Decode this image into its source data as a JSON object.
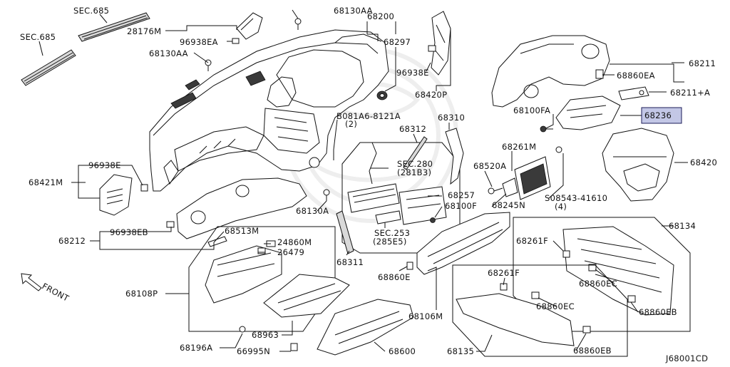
{
  "diagram_code": "J68001CD",
  "front_label": "FRONT",
  "highlight_color": "#c3c7e6",
  "callouts": [
    {
      "id": "sec685_top",
      "text": "SEC.685"
    },
    {
      "id": "sec685_left",
      "text": "SEC.685"
    },
    {
      "id": "p68130AA_top",
      "text": "68130AA"
    },
    {
      "id": "p68200",
      "text": "68200"
    },
    {
      "id": "p28176M",
      "text": "28176M"
    },
    {
      "id": "p96938EA",
      "text": "96938EA"
    },
    {
      "id": "p68297",
      "text": "68297"
    },
    {
      "id": "p68130AA_left",
      "text": "68130AA"
    },
    {
      "id": "p96938E_top",
      "text": "96938E"
    },
    {
      "id": "p68420P",
      "text": "68420P"
    },
    {
      "id": "p68211",
      "text": "68211"
    },
    {
      "id": "p68860EA",
      "text": "68860EA"
    },
    {
      "id": "p68211A",
      "text": "68211+A"
    },
    {
      "id": "p68100FA",
      "text": "68100FA"
    },
    {
      "id": "p68236",
      "text": "68236"
    },
    {
      "id": "p081A6",
      "text": "B081A6-8121A"
    },
    {
      "id": "p081A6_qty",
      "text": "(2)"
    },
    {
      "id": "p68310",
      "text": "68310"
    },
    {
      "id": "p68312",
      "text": "68312"
    },
    {
      "id": "p68420",
      "text": "68420"
    },
    {
      "id": "p96938E_left",
      "text": "96938E"
    },
    {
      "id": "p68421M",
      "text": "68421M"
    },
    {
      "id": "sec280",
      "text": "SEC.280"
    },
    {
      "id": "sec280_sub",
      "text": "(281B3)"
    },
    {
      "id": "p68261M",
      "text": "68261M"
    },
    {
      "id": "p68520A",
      "text": "68520A"
    },
    {
      "id": "p08543",
      "text": "S08543-41610"
    },
    {
      "id": "p08543_qty",
      "text": "(4)"
    },
    {
      "id": "p68257",
      "text": "68257"
    },
    {
      "id": "p68100F",
      "text": "68100F"
    },
    {
      "id": "p68245N",
      "text": "68245N"
    },
    {
      "id": "p68130A",
      "text": "68130A"
    },
    {
      "id": "p68212",
      "text": "68212"
    },
    {
      "id": "p96938EB",
      "text": "96938EB"
    },
    {
      "id": "p68513M",
      "text": "68513M"
    },
    {
      "id": "p24860M",
      "text": "24860M"
    },
    {
      "id": "p26479",
      "text": "26479"
    },
    {
      "id": "sec253",
      "text": "SEC.253"
    },
    {
      "id": "sec253_sub",
      "text": "(285E5)"
    },
    {
      "id": "p68134",
      "text": "68134"
    },
    {
      "id": "p68261F_right",
      "text": "68261F"
    },
    {
      "id": "p68311",
      "text": "68311"
    },
    {
      "id": "p68860E",
      "text": "68860E"
    },
    {
      "id": "p68860EC_right",
      "text": "68860EC"
    },
    {
      "id": "p68108P",
      "text": "68108P"
    },
    {
      "id": "p68261F_mid",
      "text": "68261F"
    },
    {
      "id": "p68860EB_right",
      "text": "68860EB"
    },
    {
      "id": "p68860EC_mid",
      "text": "68860EC"
    },
    {
      "id": "p68106M",
      "text": "68106M"
    },
    {
      "id": "p68963",
      "text": "68963"
    },
    {
      "id": "p68196A",
      "text": "68196A"
    },
    {
      "id": "p66995N",
      "text": "66995N"
    },
    {
      "id": "p68600",
      "text": "68600"
    },
    {
      "id": "p68135",
      "text": "68135"
    },
    {
      "id": "p68860EB_mid",
      "text": "68860EB"
    }
  ]
}
